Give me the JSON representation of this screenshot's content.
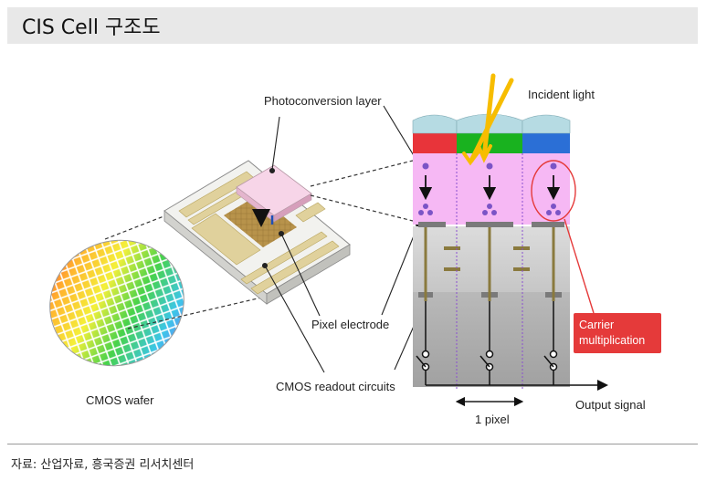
{
  "header": {
    "title": "CIS Cell 구조도"
  },
  "diagram": {
    "labels": {
      "photoconversion": "Photoconversion layer",
      "incident": "Incident light",
      "pixel_electrode": "Pixel electrode",
      "cmos_wafer": "CMOS wafer",
      "cmos_readout": "CMOS readout circuits",
      "carrier_line1": "Carrier",
      "carrier_line2": "multiplication",
      "output_signal": "Output signal",
      "one_pixel": "1 pixel"
    },
    "colors": {
      "red_filter": "#e8343a",
      "green_filter": "#19b21f",
      "blue_filter": "#2b6fd6",
      "microlens": "#b6dbe3",
      "photo_layer": "#f6b8f4",
      "circuit_light": "#d6d6d6",
      "circuit_dark": "#a9a9a9",
      "arrow_yellow": "#f7bd00",
      "callout_red": "#e53a3a"
    }
  },
  "footer": {
    "source": "자료: 산업자료, 흥국증권 리서치센터"
  }
}
